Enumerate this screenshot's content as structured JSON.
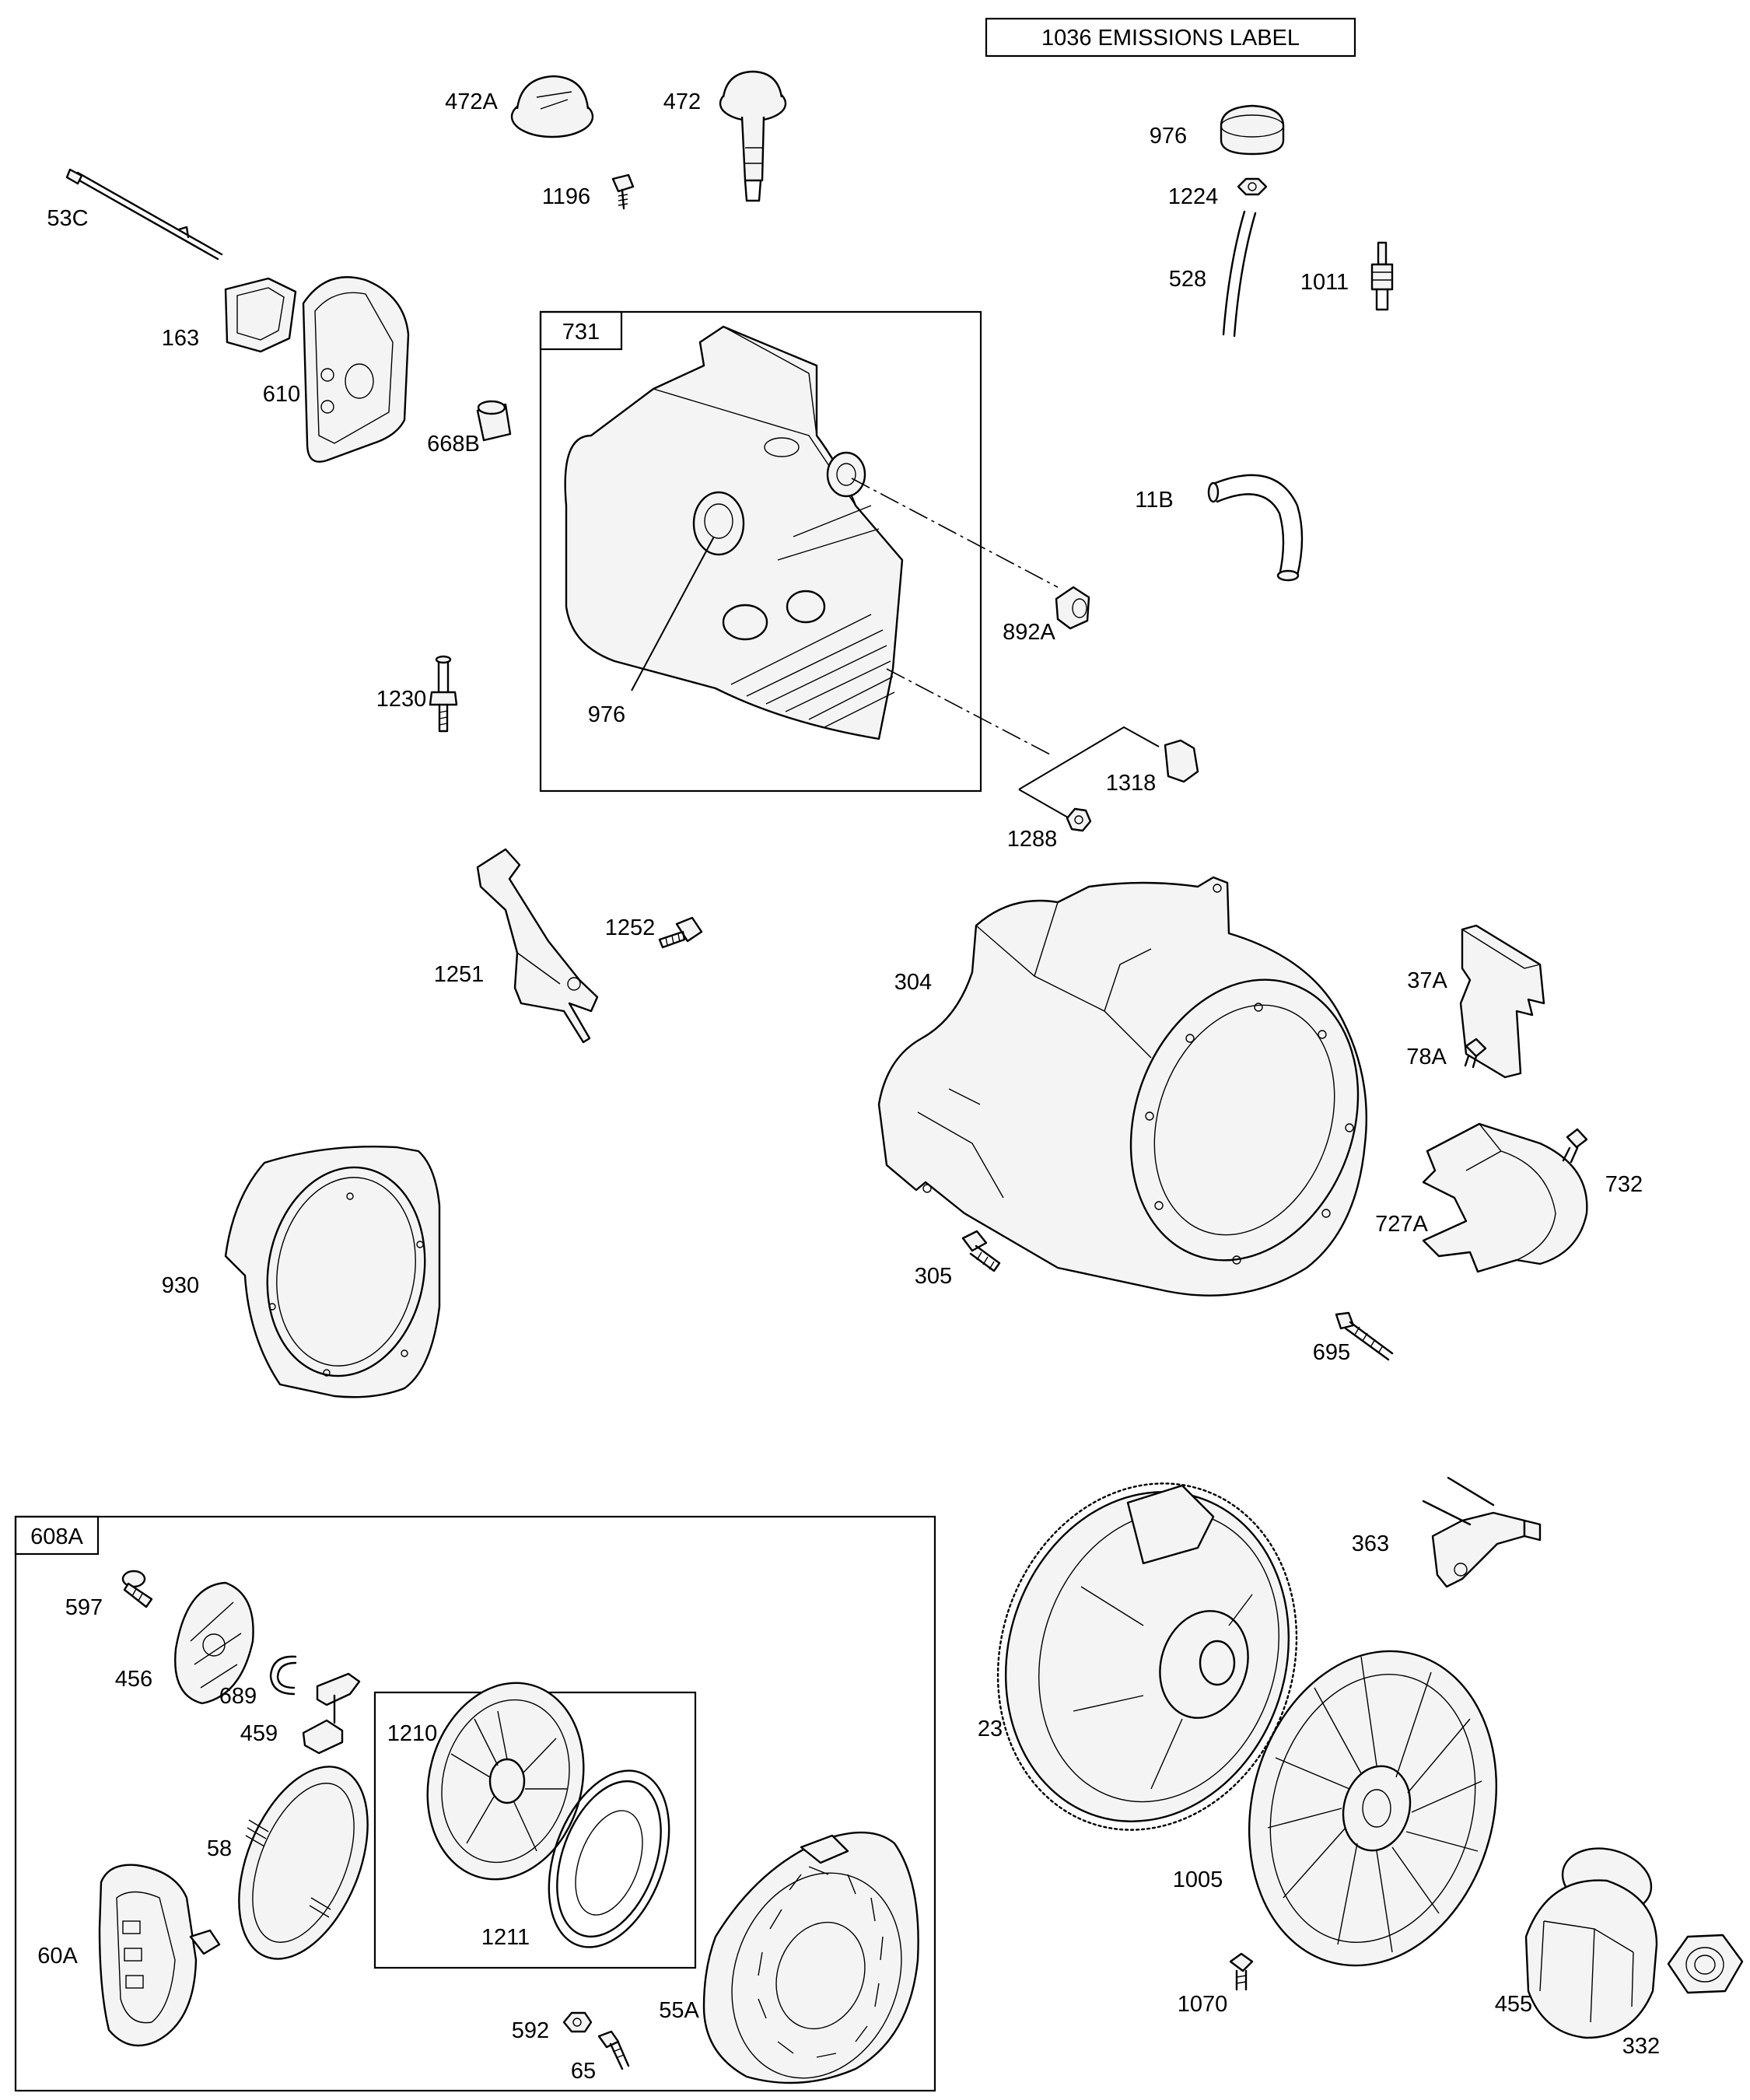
{
  "emissions_label": "1036 EMISSIONS LABEL",
  "groups": {
    "g731": "731",
    "g608a": "608A"
  },
  "parts": {
    "p472a": "472A",
    "p472": "472",
    "p1196": "1196",
    "p53c": "53C",
    "p163": "163",
    "p610": "610",
    "p668b": "668B",
    "p976_top": "976",
    "p1224": "1224",
    "p528": "528",
    "p1011": "1011",
    "p11b": "11B",
    "p892a": "892A",
    "p976_tank": "976",
    "p1230": "1230",
    "p1318": "1318",
    "p1288": "1288",
    "p1251": "1251",
    "p1252": "1252",
    "p304": "304",
    "p37a": "37A",
    "p78a": "78A",
    "p732": "732",
    "p727a": "727A",
    "p305": "305",
    "p695": "695",
    "p930": "930",
    "p597": "597",
    "p456": "456",
    "p689": "689",
    "p459": "459",
    "p1210": "1210",
    "p58": "58",
    "p60a": "60A",
    "p1211": "1211",
    "p55a": "55A",
    "p592": "592",
    "p65": "65",
    "p23": "23",
    "p363": "363",
    "p1005": "1005",
    "p1070": "1070",
    "p455": "455",
    "p332": "332"
  }
}
